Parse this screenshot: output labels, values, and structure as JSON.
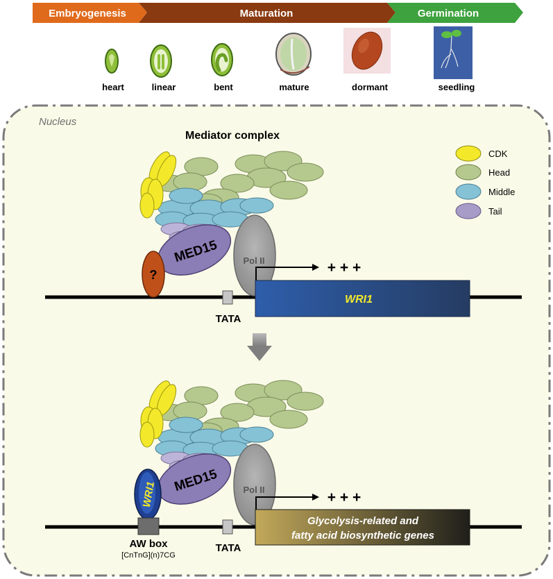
{
  "stages": {
    "embryogenesis": "Embryogenesis",
    "maturation": "Maturation",
    "germination": "Germination",
    "colors": {
      "embryogenesis": "#e06a1b",
      "maturation": "#8a3a10",
      "germination": "#3ea23e"
    }
  },
  "seeds": {
    "heart": "heart",
    "linear": "linear",
    "bent": "bent",
    "mature": "mature",
    "dormant": "dormant",
    "seedling": "seedling"
  },
  "nucleus": {
    "label": "Nucleus"
  },
  "mediator": {
    "title": "Mediator complex"
  },
  "legend": {
    "cdk": "CDK",
    "head": "Head",
    "middle": "Middle",
    "tail": "Tail",
    "colors": {
      "cdk": "#f3e92a",
      "head": "#b5c98f",
      "middle": "#86c2d6",
      "tail": "#a79bc7"
    }
  },
  "top_panel": {
    "med15": "MED15",
    "unknown_factor": "?",
    "pol2": "Pol II",
    "plus": "+ + +",
    "tata": "TATA",
    "gene": "WRI1"
  },
  "bottom_panel": {
    "med15": "MED15",
    "wri1_factor": "WRI1",
    "pol2": "Pol II",
    "plus": "+ + +",
    "tata": "TATA",
    "aw_box": "AW box",
    "aw_seq": "[CnTnG](n)7CG",
    "gene_line1": "Glycolysis-related and",
    "gene_line2": "fatty acid biosynthetic genes"
  }
}
